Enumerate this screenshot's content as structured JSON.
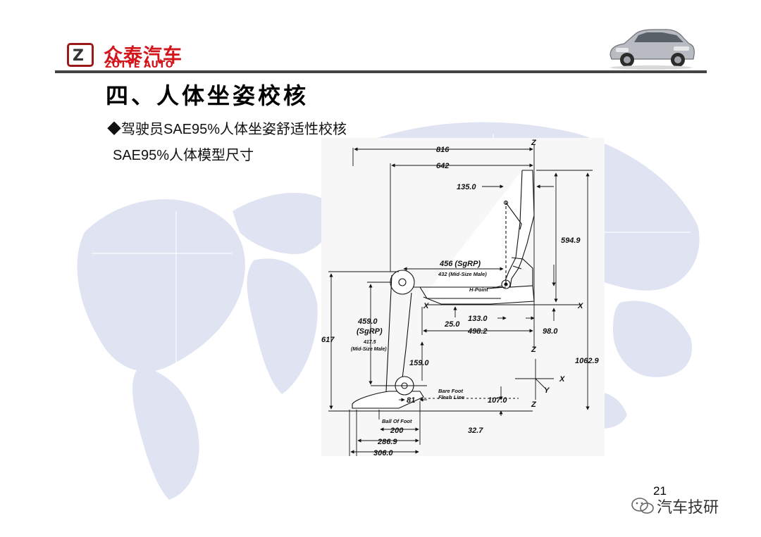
{
  "header": {
    "brand_cn": "众泰汽车",
    "brand_en": "ZOTYE AUTO",
    "logo_mark": "Z"
  },
  "slide": {
    "title": "四、人体坐姿校核",
    "bullet": "◆驾驶员SAE95%人体坐姿舒适性校核",
    "subtitle": "SAE95%人体模型尺寸",
    "page_number": "21"
  },
  "diagram": {
    "dim_816": "816",
    "dim_642": "642",
    "dim_135": "135.0",
    "dim_594_9": "594.9",
    "dim_456": "456 (SgRP)",
    "dim_432": "432 (Mid-Size Male)",
    "h_point": "H-Point",
    "x_left": "X",
    "x_right": "X",
    "z_top": "Z",
    "z_mid": "Z",
    "z_low": "Z",
    "dim_133": "133.0",
    "dim_25": "25.0",
    "dim_498_2": "498.2",
    "dim_98": "98.0",
    "dim_459": "459.0",
    "sgrp": "(SgRP)",
    "dim_417_5": "417.5",
    "mid_size_male": "(Mid-Size Male)",
    "dim_617": "617",
    "dim_159": "159.0",
    "dim_1062_9": "1062.9",
    "axis_x": "X",
    "axis_y": "Y",
    "bare_foot": "Bare Foot",
    "flesh_line": "Flesh Line",
    "dim_81": "81",
    "dim_107": "107.0",
    "ball_of_foot": "Ball Of Foot",
    "dim_200": "200",
    "dim_32_7": "32.7",
    "dim_286_9": "286.9",
    "dim_306": "306.0"
  },
  "watermark": {
    "text": "汽车技研",
    "icon": "wechat-icon"
  },
  "colors": {
    "brand_red": "#d3161b",
    "map_blue": "#dfe3f2",
    "rule_line": "#444444"
  }
}
